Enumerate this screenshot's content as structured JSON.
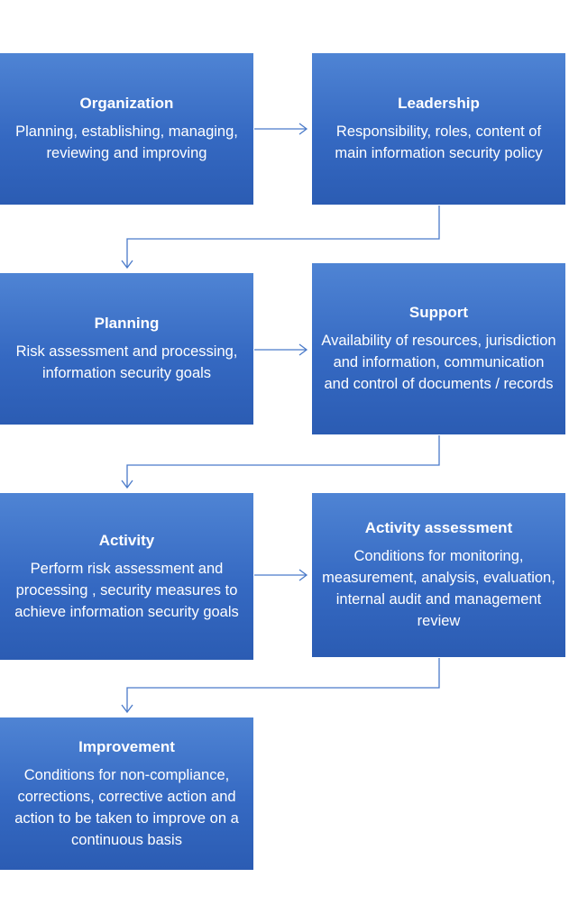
{
  "boxes": {
    "organization": {
      "title": "Organization",
      "body": "Planning, establishing, managing, reviewing and improving"
    },
    "leadership": {
      "title": "Leadership",
      "body": "Responsibility, roles, content of main information security policy"
    },
    "planning": {
      "title": "Planning",
      "body": "Risk assessment and processing, information security goals"
    },
    "support": {
      "title": "Support",
      "body": "Availability of resources, jurisdiction and information, communication and control of documents / records"
    },
    "activity": {
      "title": "Activity",
      "body": "Perform risk assessment and processing , security measures to achieve information security goals"
    },
    "activity_assessment": {
      "title": "Activity assessment",
      "body": "Conditions for monitoring, measurement, analysis, evaluation, internal audit and management review"
    },
    "improvement": {
      "title": "Improvement",
      "body": "Conditions for non-compliance, corrections, corrective action and action to be taken to improve on a continuous basis"
    }
  },
  "colors": {
    "box_fill": "#3a6cc4",
    "box_text": "#ffffff",
    "connector": "#4a7ac9"
  }
}
